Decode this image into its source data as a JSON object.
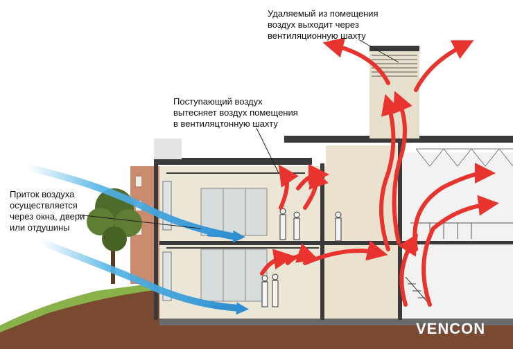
{
  "labels": {
    "exhaust": [
      "Удаляемый из помещения",
      "воздух выходит через",
      "вентиляционную шахту"
    ],
    "displacement": [
      "Поступающий воздух",
      "вытесняет воздух помещения",
      "в вентиляцтонную шахту"
    ],
    "intake": [
      "Приток воздуха",
      "осуществляется",
      "через окна, двери",
      "или отдушины"
    ]
  },
  "logo": "VENCON",
  "colors": {
    "intake_air": "#4fb3e6",
    "exhaust_air": "#e8332e",
    "wall": "#ece6d6",
    "ground": "#7a4a30",
    "grass": "#8ab24a",
    "structure": "#3a3a3a"
  }
}
